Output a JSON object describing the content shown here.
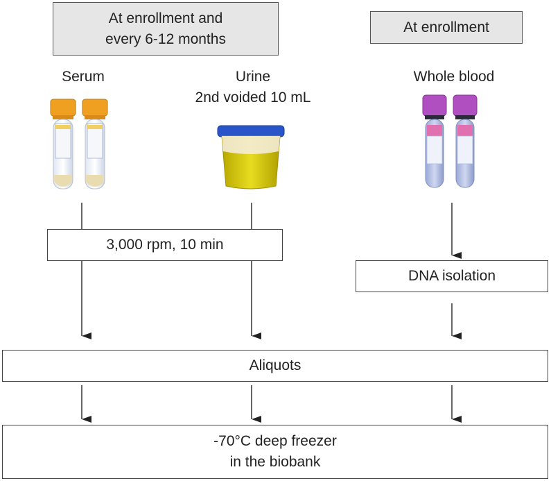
{
  "headers": {
    "left": "At enrollment and\nevery 6-12 months",
    "right": "At enrollment"
  },
  "samples": {
    "serum": "Serum",
    "urine": "Urine\n2nd voided 10 mL",
    "whole_blood": "Whole blood"
  },
  "steps": {
    "centrifuge": "3,000 rpm, 10 min",
    "dna_isolation": "DNA isolation",
    "aliquots": "Aliquots",
    "storage": "-70°C deep freezer\nin the biobank"
  },
  "colors": {
    "header_fill": "#e6e6e6",
    "serum_cap": "#f0a020",
    "urine_lid": "#2a55c8",
    "urine_fluid": "#d8c800",
    "blood_cap": "#b050c0",
    "line": "#333333"
  }
}
